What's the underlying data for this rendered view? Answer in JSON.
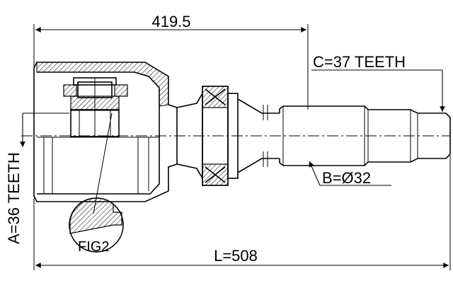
{
  "dimensions": {
    "top_length": "419.5",
    "total_length": "L=508",
    "outer_teeth": "C=37 TEETH",
    "inner_teeth": "A=36 TEETH",
    "shaft_diameter": "B=Ø32"
  },
  "detail_label": "FIG2"
}
